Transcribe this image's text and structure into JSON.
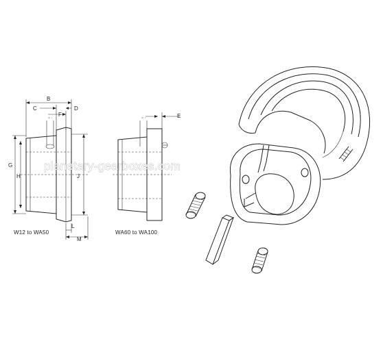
{
  "watermark": "planetary-gearboxes.com",
  "labels": {
    "b": "B",
    "c": "C",
    "d": "D",
    "e": "E",
    "f": "F",
    "g": "G",
    "h": "H",
    "j": "J",
    "l": "L",
    "m": "M"
  },
  "captions": {
    "left": "W12 to WA50",
    "right": "WA60 to WA100"
  },
  "colors": {
    "line": "#222222",
    "background": "#ffffff"
  }
}
